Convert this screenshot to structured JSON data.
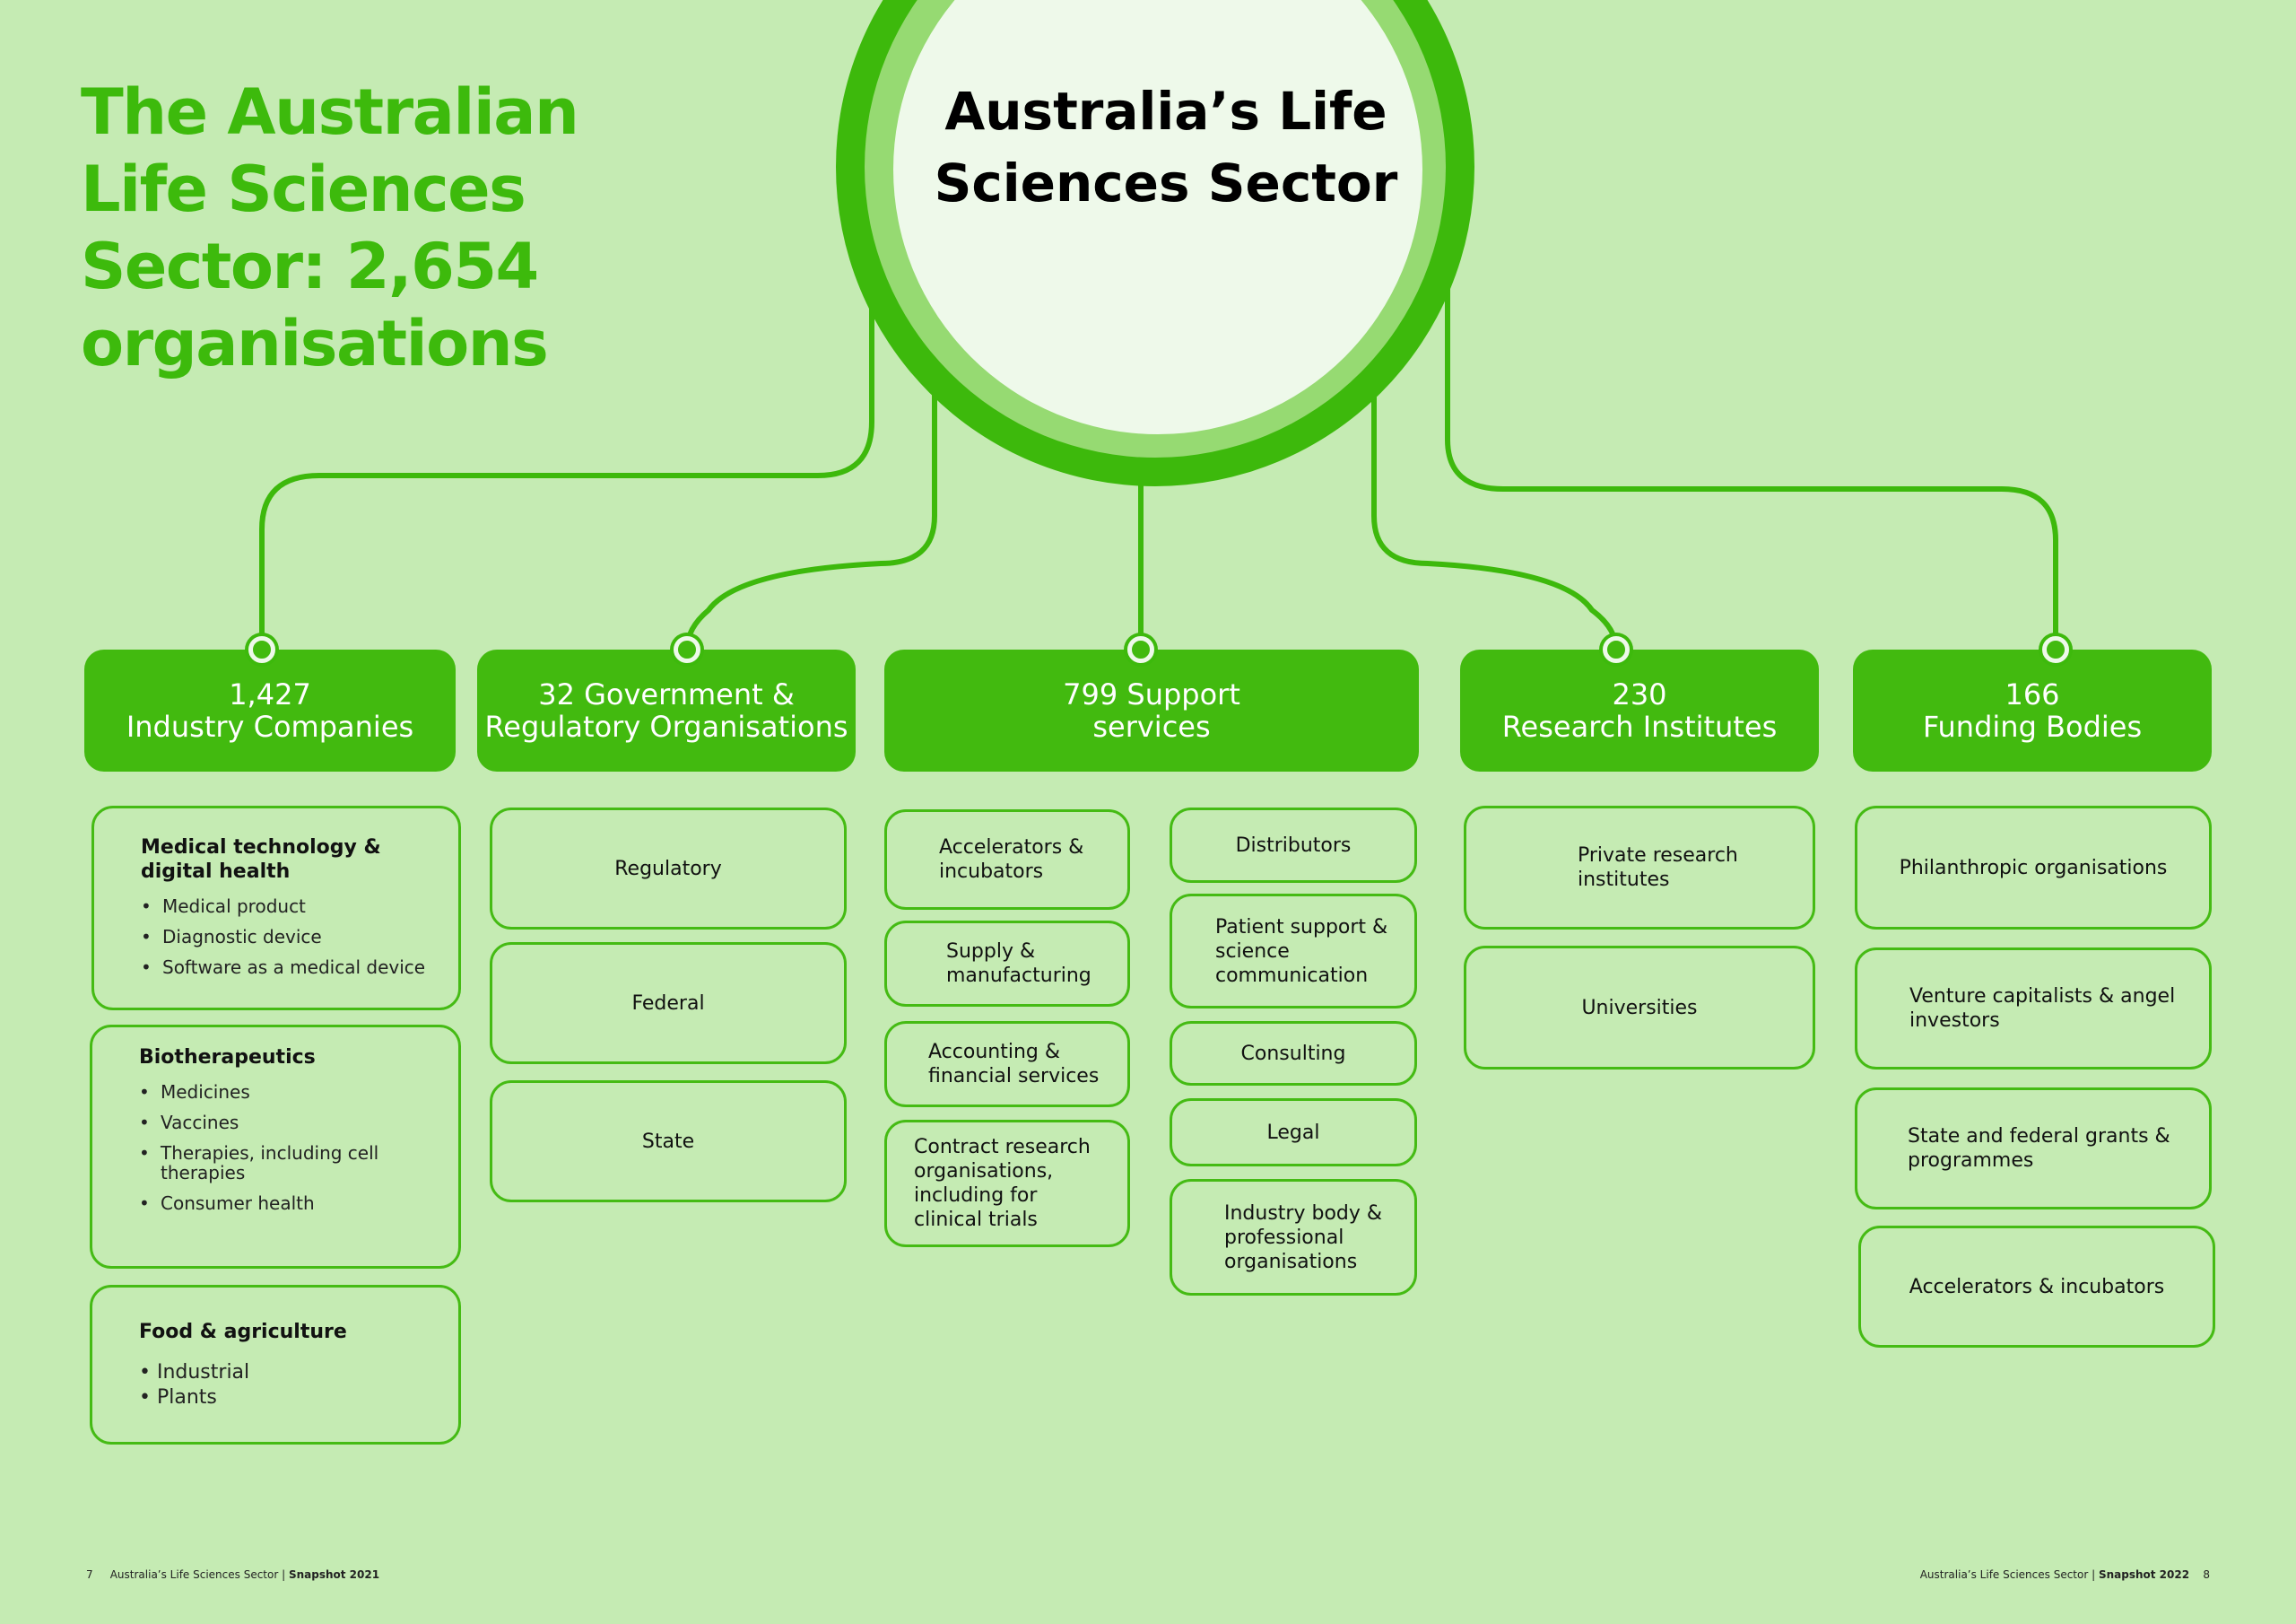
{
  "headline": "The Australian Life Sciences Sector: 2,654 organisations",
  "hub": {
    "title": "Australia’s Life Sciences Sector"
  },
  "colors": {
    "background": "#c5ebb3",
    "accent": "#3db90c",
    "hub_mid": "#96da72",
    "hub_inner": "#eef9ea"
  },
  "categories": [
    {
      "count": "1,427",
      "label": "Industry Companies"
    },
    {
      "count": "32 Government  &",
      "label": "Regulatory Organisations"
    },
    {
      "count": "799 Support",
      "label": "services"
    },
    {
      "count": "230",
      "label": "Research Institutes"
    },
    {
      "count": "166",
      "label": "Funding Bodies"
    }
  ],
  "industry": [
    {
      "title": "Medical technology & digital health",
      "items": [
        "Medical product",
        "Diagnostic device",
        "Software as a medical device"
      ]
    },
    {
      "title": "Biotherapeutics",
      "items": [
        "Medicines",
        "Vaccines",
        "Therapies, including cell therapies",
        "Consumer health"
      ]
    },
    {
      "title": "Food & agriculture",
      "items": [
        "• Industrial",
        "• Plants"
      ]
    }
  ],
  "government": [
    "Regulatory",
    "Federal",
    "State"
  ],
  "support_left": [
    "Accelerators & incubators",
    "Supply & manufacturing",
    "Accounting & financial services",
    "Contract research organisations, including for clinical trials"
  ],
  "support_right": [
    "Distributors",
    "Patient support & science communication",
    "Consulting",
    "Legal",
    "Industry body & professional organisations"
  ],
  "research": [
    "Private research institutes",
    "Universities"
  ],
  "funding": [
    "Philanthropic organisations",
    "Venture capitalists & angel investors",
    "State and federal grants & programmes",
    "Accelerators & incubators"
  ],
  "footer": {
    "left_page": "7",
    "left_text": "Australia’s Life Sciences Sector |",
    "left_bold": "Snapshot 2021",
    "right_text": "Australia’s Life Sciences Sector |",
    "right_bold": "Snapshot 2022",
    "right_page": "8"
  }
}
